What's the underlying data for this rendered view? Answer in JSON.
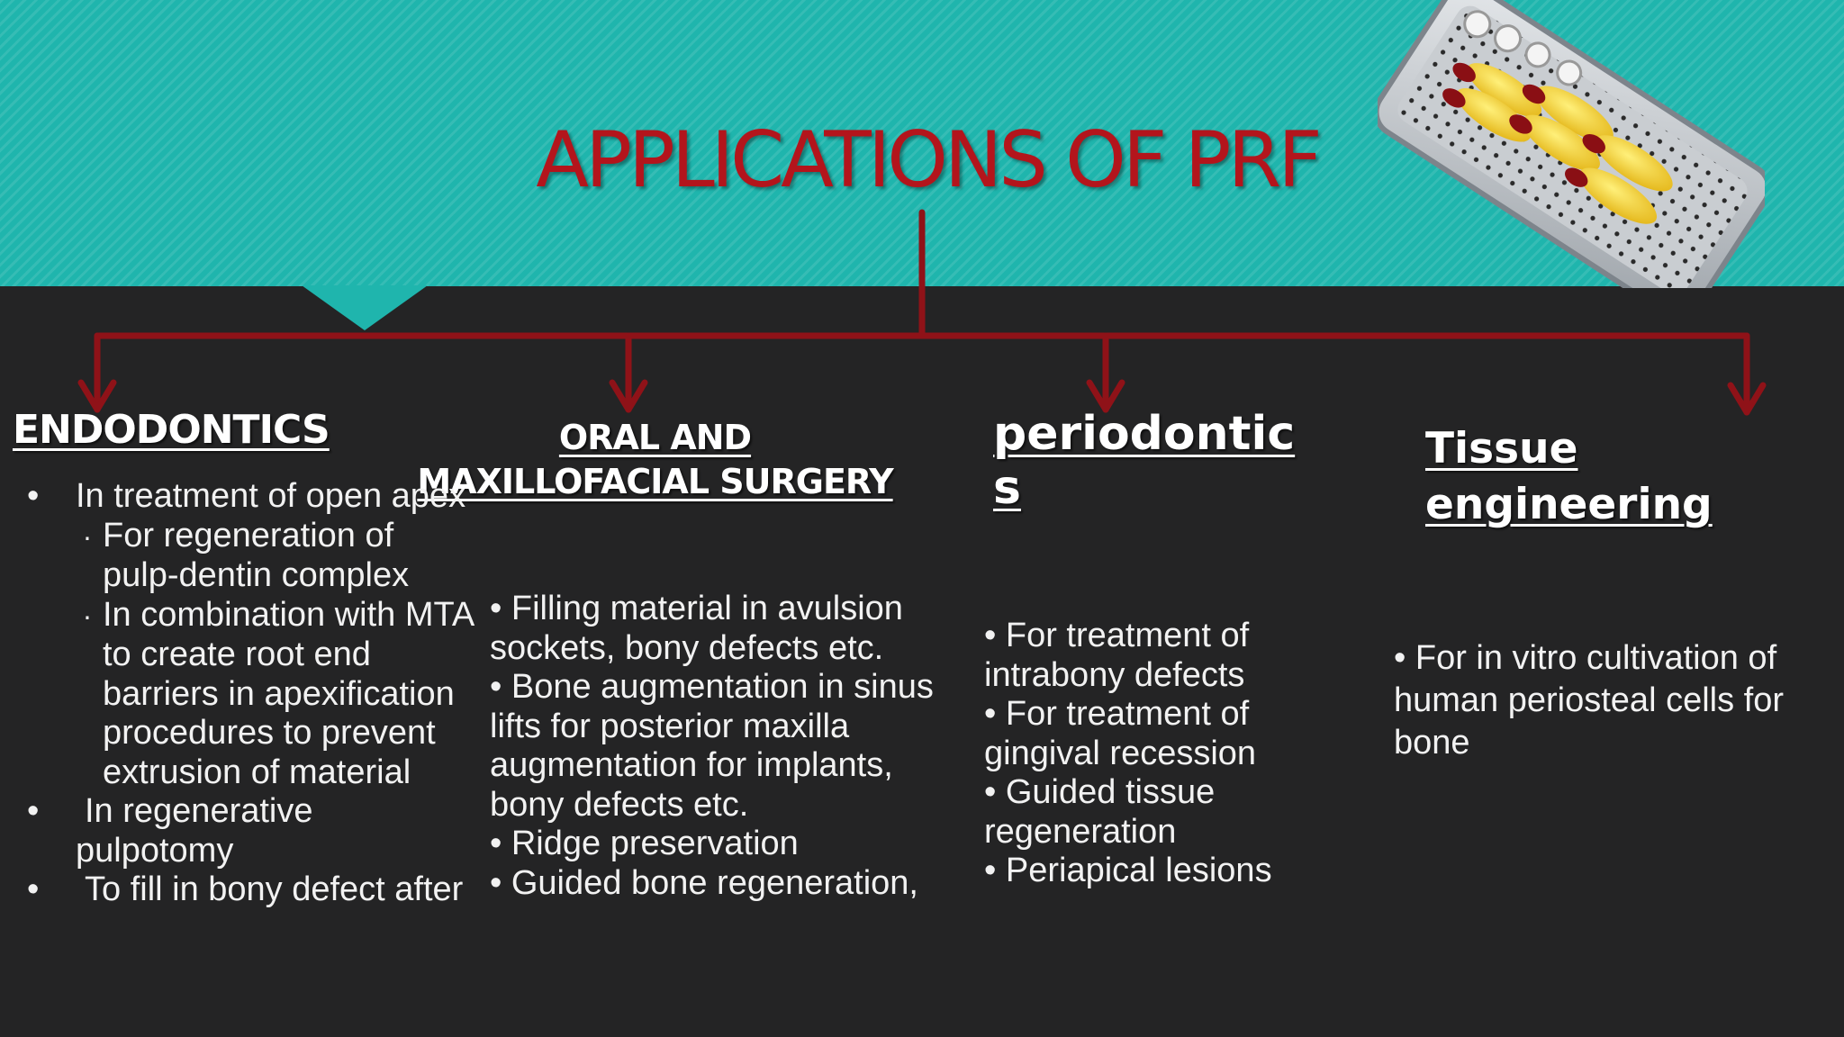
{
  "slide": {
    "title": "APPLICATIONS OF PRF",
    "colors": {
      "teal": "#1fb5ad",
      "dark": "#242425",
      "accent_red": "#b3151c",
      "text": "#f2f2f2"
    },
    "image": "sterile-tray-with-prf-clots"
  },
  "columns": [
    {
      "heading": "ENDODONTICS",
      "items": [
        {
          "bullet": "•",
          "text": "In treatment of open apex"
        },
        {
          "bullet": "·",
          "text": "For regeneration of pulp-dentin complex"
        },
        {
          "bullet": "·",
          "text": "In combination with MTA to create root end barriers in apexification procedures to prevent extrusion of material"
        },
        {
          "bullet": "•",
          "text": "In regenerative pulpotomy"
        },
        {
          "bullet": "•",
          "text": "To fill in bony defect after"
        }
      ]
    },
    {
      "heading_line1": "ORAL AND",
      "heading_line2": "MAXILLOFACIAL SURGERY",
      "items": [
        "• Filling material in avulsion sockets, bony defects etc.",
        "• Bone augmentation in sinus lifts for posterior maxilla augmentation for implants, bony defects etc.",
        "• Ridge preservation",
        "• Guided bone regeneration,"
      ]
    },
    {
      "heading_line1": "periodontic",
      "heading_line2": "s",
      "items": [
        "• For treatment of intrabony defects",
        "• For treatment of gingival recession",
        "• Guided tissue regeneration",
        "• Periapical lesions"
      ]
    },
    {
      "heading_line1": "Tissue",
      "heading_line2": "engineering",
      "items": [
        "• For in vitro cultivation of human periosteal cells for bone"
      ]
    }
  ]
}
